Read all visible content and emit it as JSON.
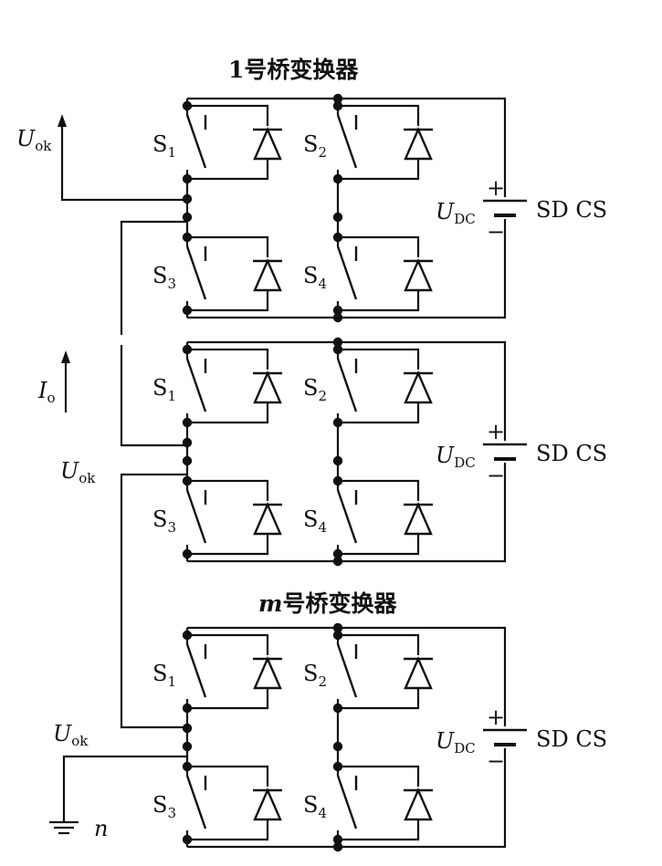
{
  "titles": {
    "bridge_1": "1号桥变换器",
    "bridge_m_var": "m",
    "bridge_m_text": "号桥变换器"
  },
  "switch_label": "S",
  "switch_numbers": [
    "1",
    "2",
    "3",
    "4"
  ],
  "dc_source": {
    "voltage_symbol": "U",
    "voltage_subscript": "DC",
    "plus": "+",
    "minus": "−",
    "name": "SD CS"
  },
  "output_voltage": {
    "symbol": "U",
    "subscript": "ok"
  },
  "current": {
    "symbol": "I",
    "subscript": "o"
  },
  "ground_label": "n",
  "colors": {
    "ink": "#111111",
    "background": "#ffffff"
  }
}
